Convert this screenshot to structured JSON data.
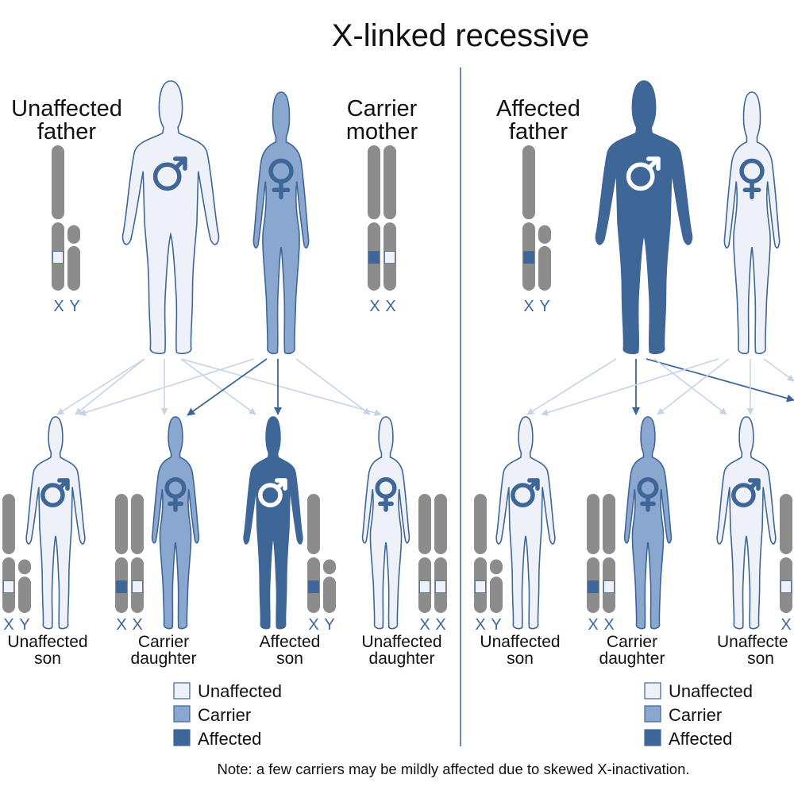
{
  "title": "X-linked recessive",
  "colors": {
    "unaffected": "#eef2f8",
    "carrier": "#8aa7cf",
    "affected": "#3e6697",
    "outline": "#3e6697",
    "chromosome": "#8c8c8c",
    "arrow_light": "#c7d3e5",
    "arrow_dark": "#3e6697"
  },
  "left": {
    "father_label": [
      "Unaffected",
      "father"
    ],
    "mother_label": [
      "Carrier",
      "mother"
    ],
    "father_chromosomes": [
      "X",
      "Y"
    ],
    "mother_chromosomes": [
      "X",
      "X"
    ],
    "children": [
      {
        "label": [
          "Unaffected",
          "son"
        ],
        "sex": "male",
        "status": "unaffected",
        "chromosomes": [
          "X",
          "Y"
        ]
      },
      {
        "label": [
          "Carrier",
          "daughter"
        ],
        "sex": "female",
        "status": "carrier",
        "chromosomes": [
          "X",
          "X"
        ]
      },
      {
        "label": [
          "Affected",
          "son"
        ],
        "sex": "male",
        "status": "affected",
        "chromosomes": [
          "X",
          "Y"
        ]
      },
      {
        "label": [
          "Unaffected",
          "daughter"
        ],
        "sex": "female",
        "status": "unaffected",
        "chromosomes": [
          "X",
          "X"
        ]
      }
    ],
    "legend": [
      "Unaffected",
      "Carrier",
      "Affected"
    ]
  },
  "right": {
    "father_label": [
      "Affected",
      "father"
    ],
    "father_chromosomes": [
      "X",
      "Y"
    ],
    "children": [
      {
        "label": [
          "Unaffected",
          "son"
        ],
        "sex": "male",
        "status": "unaffected",
        "chromosomes": [
          "X",
          "Y"
        ]
      },
      {
        "label": [
          "Carrier",
          "daughter"
        ],
        "sex": "female",
        "status": "carrier",
        "chromosomes": [
          "X",
          "X"
        ]
      },
      {
        "label": [
          "Unaffecte",
          "son"
        ],
        "sex": "male",
        "status": "unaffected",
        "chromosomes": [
          "X"
        ]
      }
    ],
    "legend": [
      "Unaffected",
      "Carrier",
      "Affected"
    ]
  },
  "note": "Note: a few carriers may be mildly affected due to skewed X-inactivation."
}
